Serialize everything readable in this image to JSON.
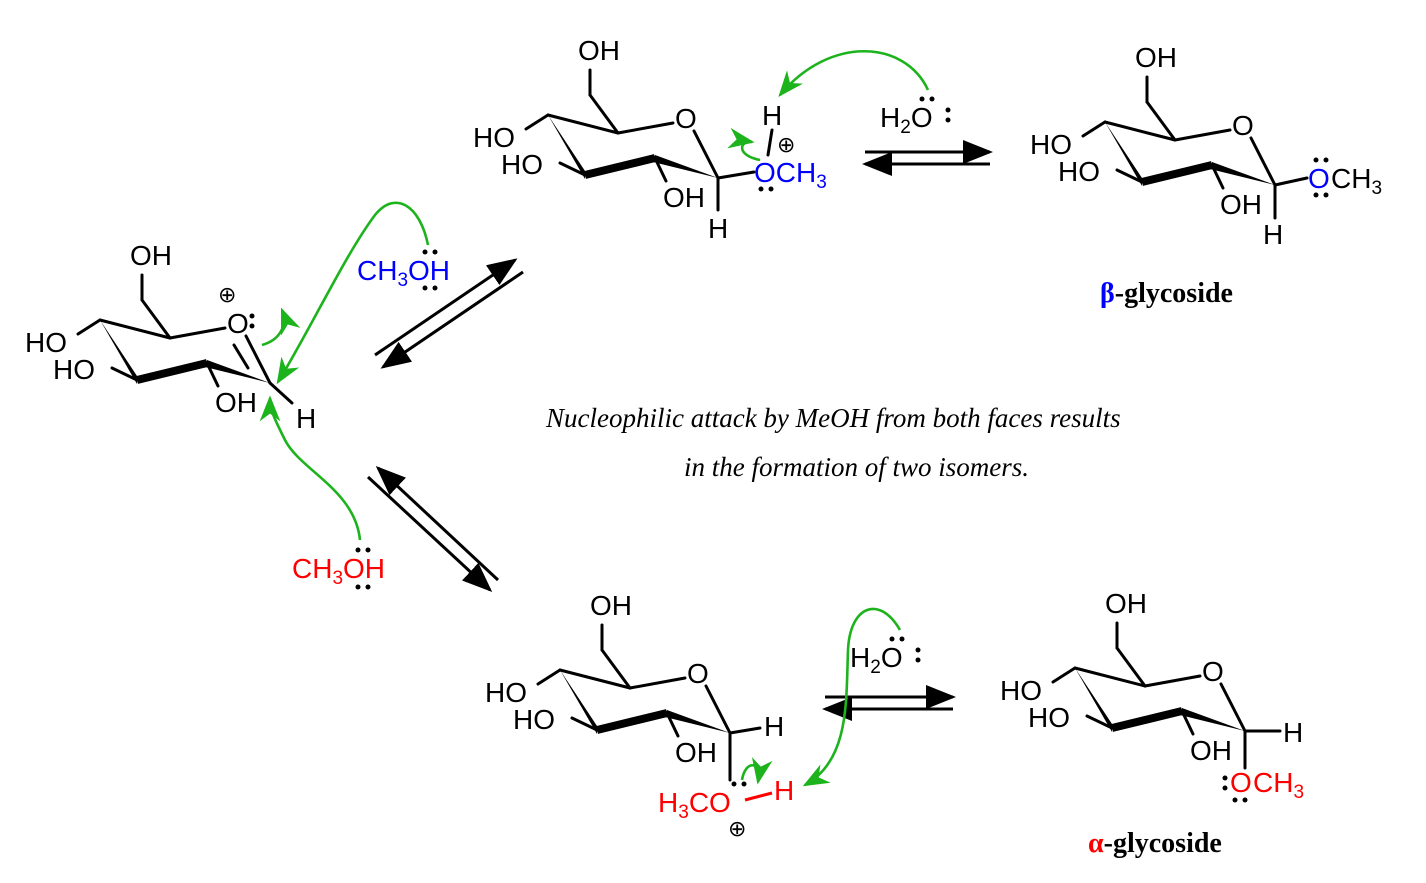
{
  "atoms": {
    "oh": "OH",
    "ho": "HO",
    "h": "H",
    "o": "O",
    "och": "OCH",
    "h3co_h": "H",
    "h3co_sub": "3",
    "h3co_co": "CO",
    "sub3": "3",
    "charge": "⊕"
  },
  "reagents": {
    "methanol_top": {
      "ch": "CH",
      "sub": "3",
      "oh": "OH"
    },
    "methanol_bottom": {
      "ch": "CH",
      "sub": "3",
      "oh": "OH"
    },
    "water_top": {
      "h": "H",
      "sub": "2",
      "o": "O"
    },
    "water_bottom": {
      "h": "H",
      "sub": "2",
      "o": "O"
    }
  },
  "labels": {
    "beta": {
      "greek": "β",
      "text": "-glycoside"
    },
    "alpha": {
      "greek": "α",
      "text": "-glycoside"
    }
  },
  "caption": {
    "line1": "Nucleophilic attack by MeOH from both faces results",
    "line2": "in the formation of two isomers."
  },
  "colors": {
    "blue": "#0000ff",
    "red": "#ff0000",
    "green": "#1db31d"
  }
}
